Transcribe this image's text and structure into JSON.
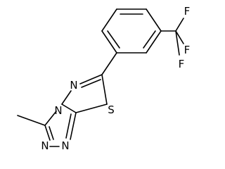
{
  "molecule": {
    "atoms": {
      "n_left": "N",
      "n_bridge": "N",
      "s": "S",
      "n_bottom_left": "N",
      "n_bottom_right": "N",
      "f_top": "F",
      "f_right": "F",
      "f_bottom": "F"
    }
  }
}
